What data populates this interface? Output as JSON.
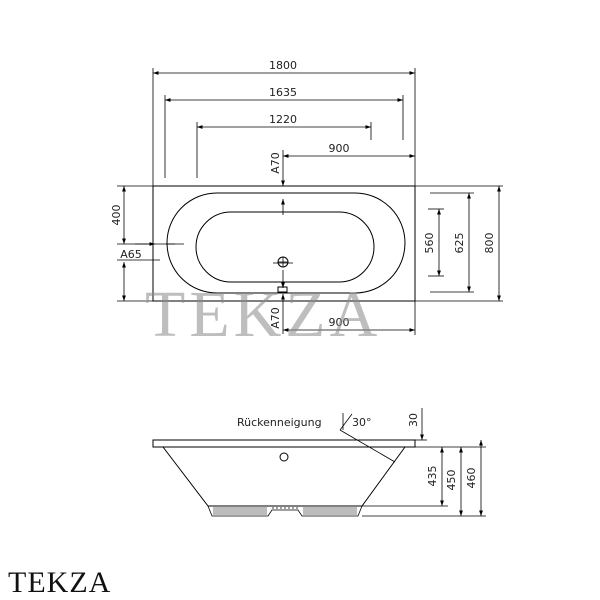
{
  "top_view": {
    "overall_length": "1800",
    "length_1635": "1635",
    "length_1220": "1220",
    "width_800": "800",
    "width_625": "625",
    "width_560": "560",
    "offset_400": "400",
    "drain_a65": "A65",
    "overflow_a70_top": "A70",
    "overflow_a70_bottom": "A70",
    "dist_900_top": "900",
    "dist_900_bottom": "900"
  },
  "side_view": {
    "back_slope_label": "Rückenneigung",
    "back_slope_angle": "30°",
    "rim_30": "30",
    "height_435": "435",
    "height_450": "450",
    "height_460": "460"
  },
  "watermark": "TEKZA",
  "brand_logo": "TEKZA"
}
